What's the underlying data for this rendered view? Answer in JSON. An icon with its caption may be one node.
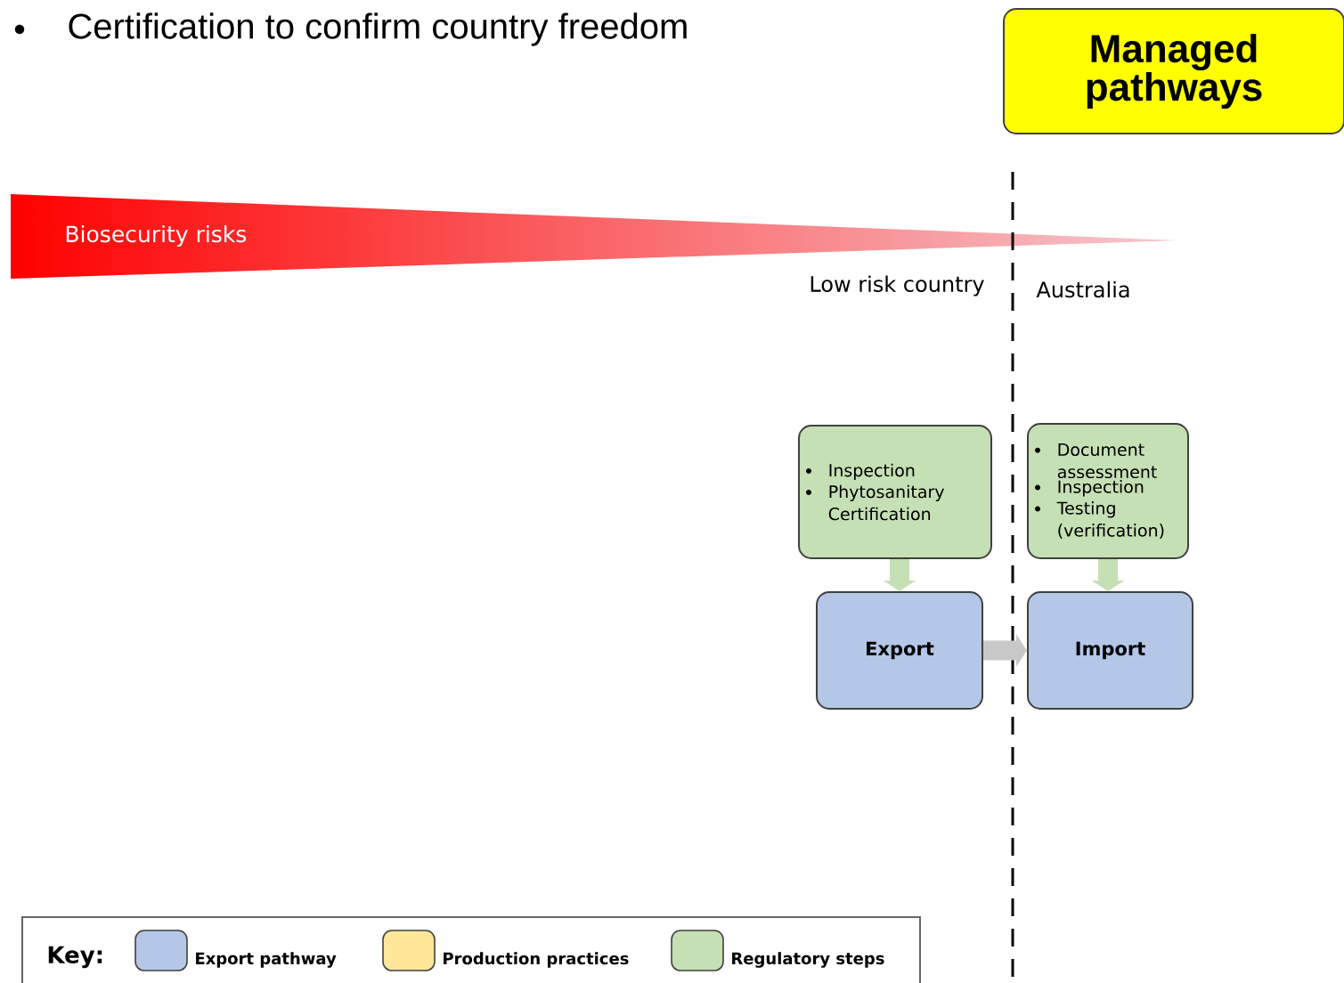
{
  "diagram": {
    "title": "Certification to confirm country freedom",
    "nodes": [
      {
        "text": [
          "Managed pathways"
        ]
      },
      {
        "text": [
          "Inspection",
          "Phytosanitary Certification"
        ]
      },
      {
        "text": [
          "Document assessment",
          "Inspection",
          "Testing (verification)"
        ]
      },
      {
        "text": [
          "Export"
        ]
      },
      {
        "text": [
          "Import"
        ]
      }
    ],
    "edges": [
      {
        "from": 1,
        "to": 3,
        "arrow": "to"
      },
      {
        "from": 2,
        "to": 4,
        "arrow": "to"
      },
      {
        "from": 3,
        "to": 4,
        "arrow": "to",
        "color": "#c8c8c8"
      }
    ],
    "labels": [
      "Biosecurity risks",
      "Low risk country",
      "Australia",
      "Key:"
    ],
    "legend": [
      {
        "text": "Export pathway",
        "color": "#b4c7e7"
      },
      {
        "text": "Production practices",
        "color": "#ffe699"
      },
      {
        "text": "Regulatory steps",
        "color": "#c5e0b4"
      }
    ]
  }
}
